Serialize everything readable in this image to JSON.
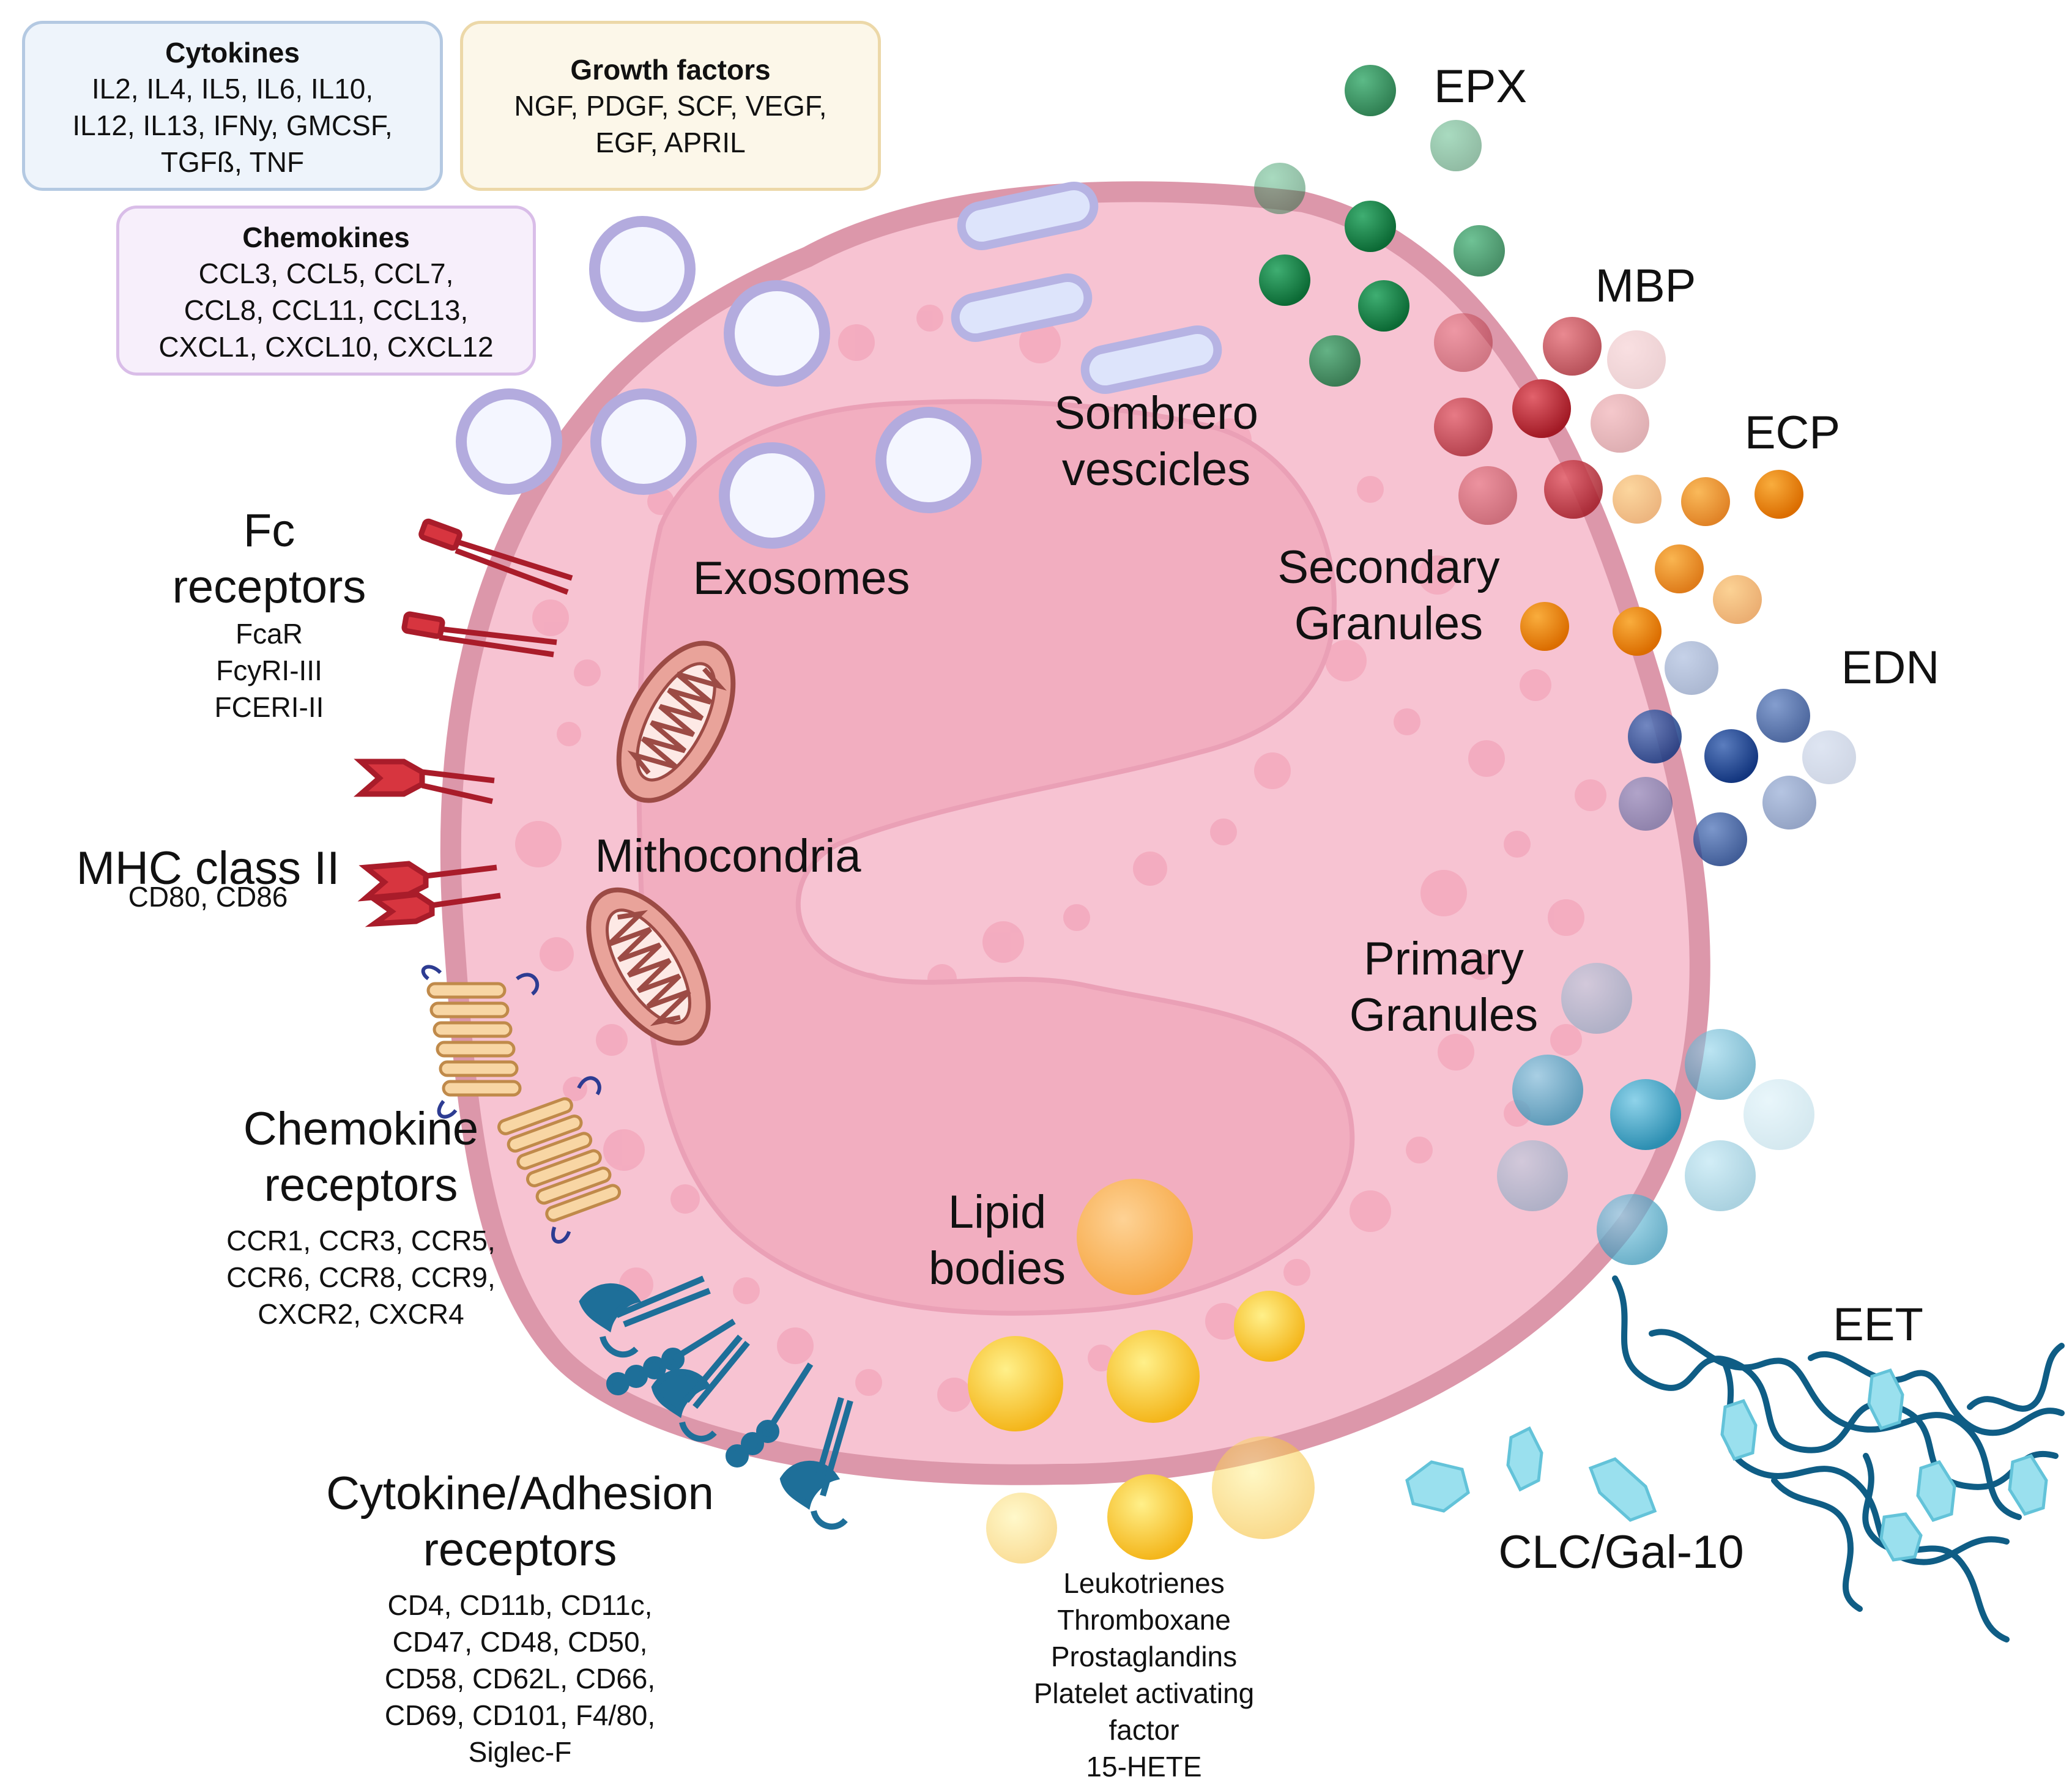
{
  "colors": {
    "cytokines_box_fill": "#eef4fb",
    "cytokines_box_border": "#b4c9e2",
    "growth_box_fill": "#fcf7e9",
    "growth_box_border": "#ecd8a8",
    "chemokines_box_fill": "#f7effb",
    "chemokines_box_border": "#d9bde8",
    "cell_fill": "#f7c3d2",
    "cell_border": "#dc97aa",
    "nucleus_fill": "#f2aec0",
    "receptor_red": "#d7353f",
    "receptor_blue": "#1e6f99",
    "eet_blue": "#0f5d85"
  },
  "boxes": {
    "cytokines": {
      "title": "Cytokines",
      "lines": [
        "IL2, IL4, IL5, IL6, IL10,",
        "IL12, IL13, IFNy, GMCSF,",
        "TGFß, TNF"
      ]
    },
    "growth_factors": {
      "title": "Growth factors",
      "lines": [
        "NGF, PDGF, SCF, VEGF,",
        "EGF, APRIL"
      ]
    },
    "chemokines": {
      "title": "Chemokines",
      "lines": [
        "CCL3, CCL5, CCL7,",
        "CCL8, CCL11, CCL13,",
        "CXCL1, CXCL10, CXCL12"
      ]
    }
  },
  "labels": {
    "fc_receptors": {
      "title": [
        "Fc",
        "receptors"
      ],
      "items": [
        "FcaR",
        "FcyRI-III",
        "FCERI-II"
      ]
    },
    "mhc": {
      "title": "MHC class II",
      "items": [
        "CD80, CD86"
      ]
    },
    "chemokine_receptors": {
      "title": [
        "Chemokine",
        "receptors"
      ],
      "items": [
        "CCR1, CCR3, CCR5,",
        "CCR6, CCR8, CCR9,",
        "CXCR2, CXCR4"
      ]
    },
    "cytokine_adhesion": {
      "title": [
        "Cytokine/Adhesion",
        "receptors"
      ],
      "items": [
        "CD4, CD11b, CD11c,",
        "CD47, CD48, CD50,",
        "CD58, CD62L, CD66,",
        "CD69, CD101, F4/80,",
        "Siglec-F"
      ]
    },
    "lipid_products": [
      "Leukotrienes",
      "Thromboxane",
      "Prostaglandins",
      "Platelet activating",
      "factor",
      "15-HETE"
    ],
    "exosomes": "Exosomes",
    "sombrero": [
      "Sombrero",
      "vescicles"
    ],
    "mitochondria": "Mithocondria",
    "secondary_granules": [
      "Secondary",
      "Granules"
    ],
    "primary_granules": [
      "Primary",
      "Granules"
    ],
    "lipid_bodies": [
      "Lipid",
      "bodies"
    ],
    "epx": "EPX",
    "mbp": "MBP",
    "ecp": "ECP",
    "edn": "EDN",
    "eet": "EET",
    "clc": "CLC/Gal-10"
  }
}
